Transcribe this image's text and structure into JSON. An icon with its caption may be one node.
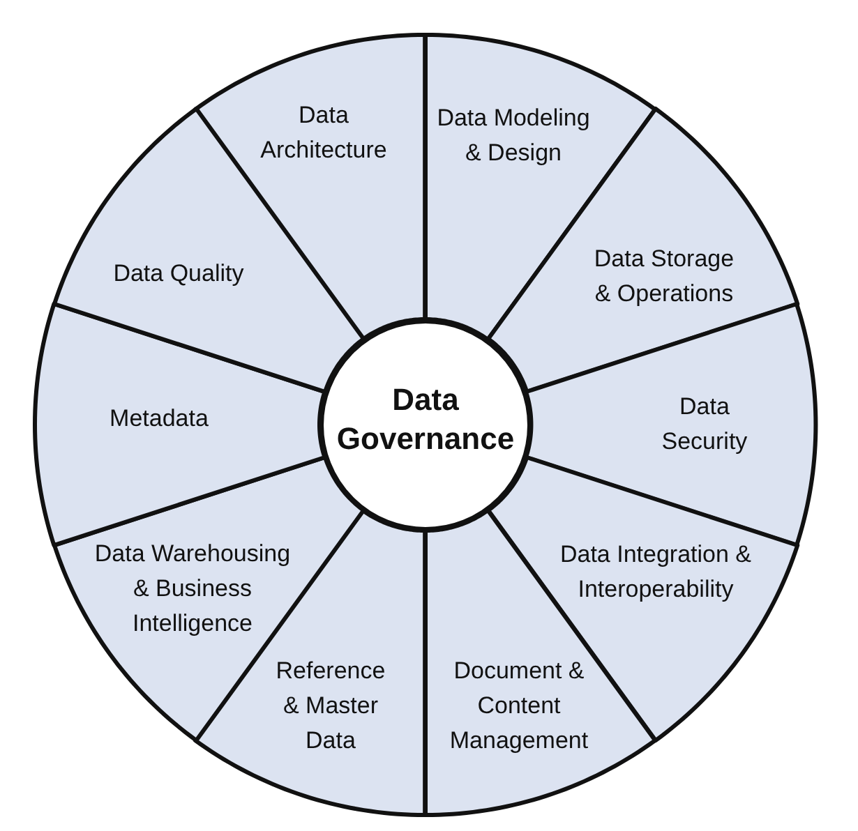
{
  "diagram": {
    "nodes": [
      {
        "text": [
          "Data Governance"
        ]
      },
      {
        "text": [
          "Data Architecture"
        ]
      },
      {
        "text": [
          "Data Modeling & Design"
        ]
      },
      {
        "text": [
          "Data Storage & Operations"
        ]
      },
      {
        "text": [
          "Data Security"
        ]
      },
      {
        "text": [
          "Data Integration & Interoperability"
        ]
      },
      {
        "text": [
          "Document & Content Management"
        ]
      },
      {
        "text": [
          "Reference & Master Data"
        ]
      },
      {
        "text": [
          "Data Warehousing & Business Intelligence"
        ]
      },
      {
        "text": [
          "Metadata"
        ]
      },
      {
        "text": [
          "Data Quality"
        ]
      }
    ]
  }
}
